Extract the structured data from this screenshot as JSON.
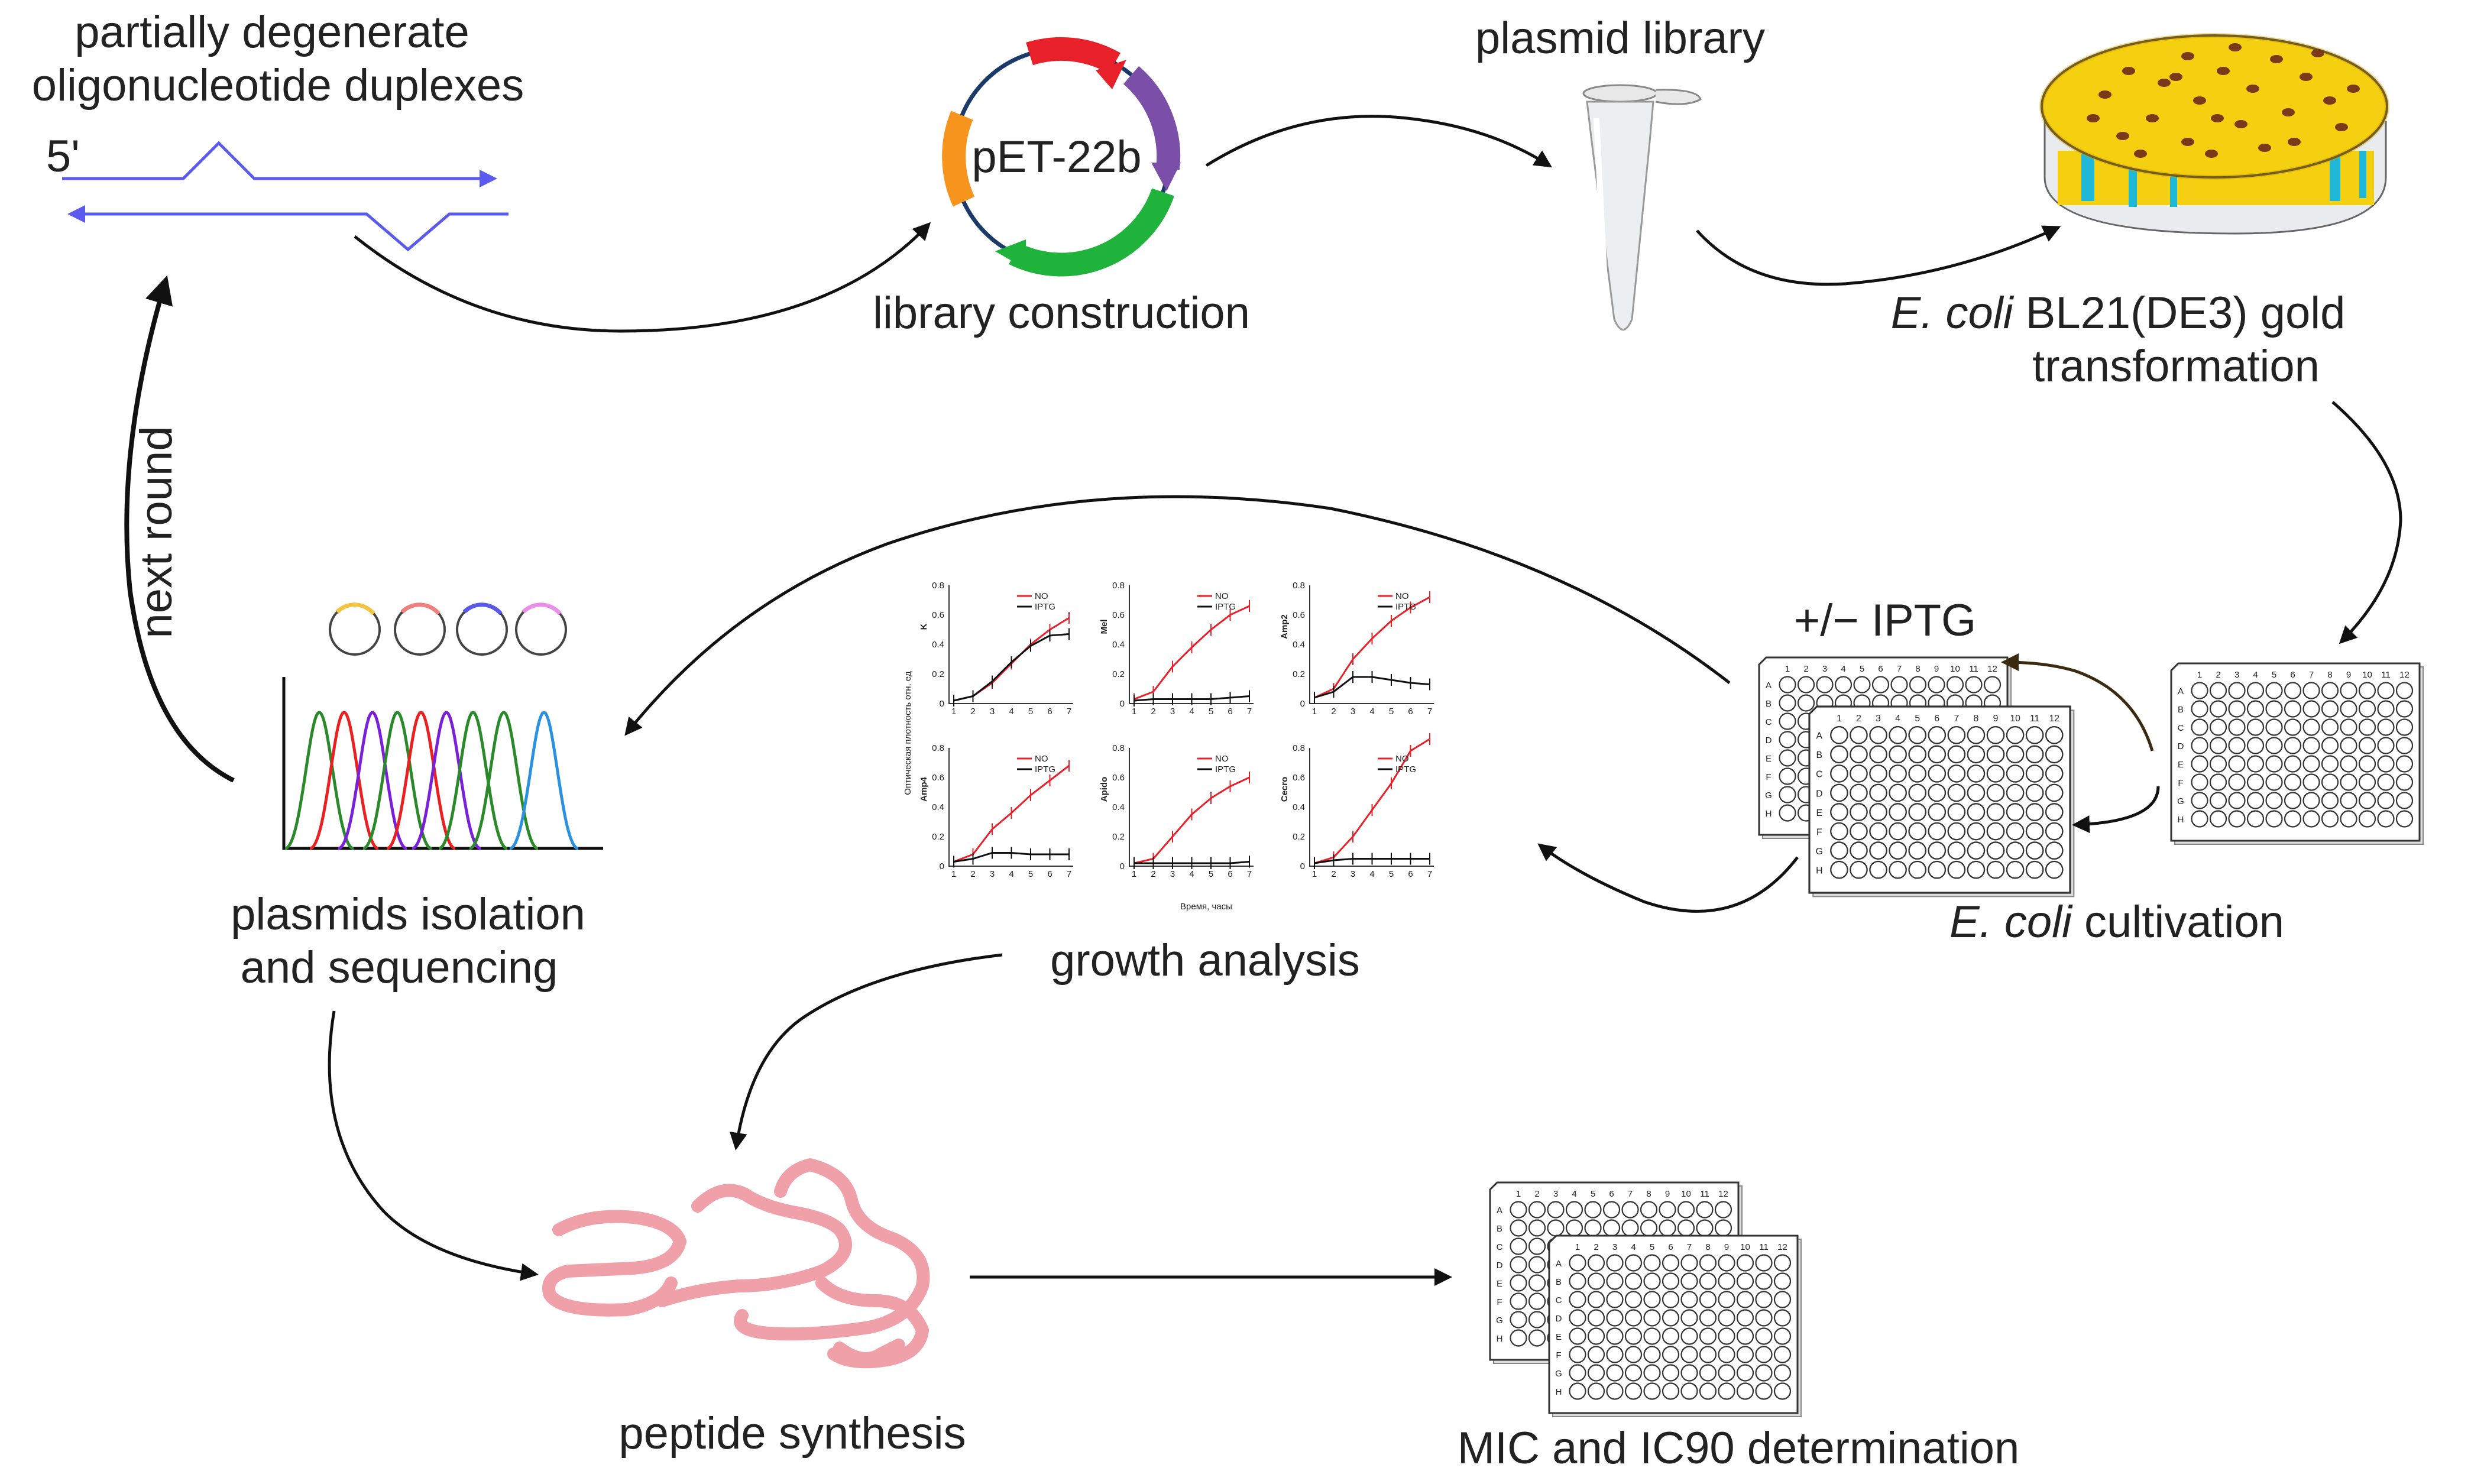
{
  "labels": {
    "oligo_title_1": "partially degenerate",
    "oligo_title_2": "oligonucleotide duplexes",
    "five_prime": "5'",
    "plasmid_name": "pET-22b",
    "library_construction": "library construction",
    "plasmid_library": "plasmid library",
    "ecoli_italic": "E. coli",
    "transformation_rest": " BL21(DE3) gold",
    "transformation_2": "transformation",
    "iptg": "+/− IPTG",
    "cultivation_italic": "E. coli",
    "cultivation_rest": " cultivation",
    "growth_analysis": "growth analysis",
    "plasmids_isolation_1": "plasmids isolation",
    "plasmids_isolation_2": "and sequencing",
    "next_round": "next round",
    "peptide_synthesis": "peptide synthesis",
    "mic_ic90": "MIC and IC90 determination"
  },
  "plate": {
    "rows": [
      "A",
      "B",
      "C",
      "D",
      "E",
      "F",
      "G",
      "H"
    ],
    "cols": [
      "1",
      "2",
      "3",
      "4",
      "5",
      "6",
      "7",
      "8",
      "9",
      "10",
      "11",
      "12"
    ]
  },
  "colors": {
    "dna_strand": "#5a5aee",
    "plasmid_red": "#e8202a",
    "plasmid_purple": "#7b4fa8",
    "plasmid_green": "#1fb33c",
    "plasmid_orange": "#f7941d",
    "petri_agar": "#f5d010",
    "colony": "#7a3a1a",
    "peptide": "#f0a0a8",
    "chart_no": "#e8202a",
    "chart_iptg": "#111111",
    "seq_green": "#2a8a2a",
    "seq_red": "#e82020",
    "seq_purple": "#7a20d8",
    "seq_blue": "#2a90e0"
  },
  "chart_data": [
    {
      "type": "line",
      "ylabel": "K",
      "x": [
        1,
        2,
        3,
        4,
        5,
        6,
        7
      ],
      "ylim": [
        0,
        0.8
      ],
      "legend": "top-right",
      "series": [
        {
          "name": "NO",
          "values": [
            0.02,
            0.05,
            0.14,
            0.27,
            0.4,
            0.5,
            0.58
          ]
        },
        {
          "name": "IPTG",
          "values": [
            0.02,
            0.05,
            0.15,
            0.28,
            0.39,
            0.46,
            0.47
          ]
        }
      ]
    },
    {
      "type": "line",
      "ylabel": "Mel",
      "x": [
        1,
        2,
        3,
        4,
        5,
        6,
        7
      ],
      "ylim": [
        0,
        0.8
      ],
      "legend": "top-right",
      "series": [
        {
          "name": "NO",
          "values": [
            0.03,
            0.08,
            0.25,
            0.38,
            0.5,
            0.6,
            0.66
          ]
        },
        {
          "name": "IPTG",
          "values": [
            0.02,
            0.03,
            0.03,
            0.03,
            0.03,
            0.04,
            0.05
          ]
        }
      ]
    },
    {
      "type": "line",
      "ylabel": "Amp2",
      "x": [
        1,
        2,
        3,
        4,
        5,
        6,
        7
      ],
      "ylim": [
        0,
        0.8
      ],
      "legend": "top-right",
      "series": [
        {
          "name": "NO",
          "values": [
            0.04,
            0.1,
            0.3,
            0.44,
            0.56,
            0.65,
            0.72
          ]
        },
        {
          "name": "IPTG",
          "values": [
            0.04,
            0.08,
            0.18,
            0.18,
            0.16,
            0.14,
            0.13
          ]
        }
      ]
    },
    {
      "type": "line",
      "ylabel": "Amp4",
      "x": [
        1,
        2,
        3,
        4,
        5,
        6,
        7
      ],
      "ylim": [
        0,
        0.8
      ],
      "legend": "top-right",
      "series": [
        {
          "name": "NO",
          "values": [
            0.03,
            0.08,
            0.25,
            0.36,
            0.48,
            0.58,
            0.68
          ]
        },
        {
          "name": "IPTG",
          "values": [
            0.03,
            0.05,
            0.09,
            0.09,
            0.08,
            0.08,
            0.08
          ]
        }
      ]
    },
    {
      "type": "line",
      "ylabel": "Apido",
      "x": [
        1,
        2,
        3,
        4,
        5,
        6,
        7
      ],
      "ylim": [
        0,
        0.8
      ],
      "legend": "top-right",
      "series": [
        {
          "name": "NO",
          "values": [
            0.02,
            0.05,
            0.2,
            0.35,
            0.46,
            0.54,
            0.6
          ]
        },
        {
          "name": "IPTG",
          "values": [
            0.02,
            0.02,
            0.02,
            0.02,
            0.02,
            0.02,
            0.03
          ]
        }
      ]
    },
    {
      "type": "line",
      "ylabel": "Cecro",
      "x": [
        1,
        2,
        3,
        4,
        5,
        6,
        7
      ],
      "ylim": [
        0,
        0.8
      ],
      "legend": "top-right",
      "series": [
        {
          "name": "NO",
          "values": [
            0.02,
            0.06,
            0.2,
            0.38,
            0.56,
            0.78,
            0.86
          ]
        },
        {
          "name": "IPTG",
          "values": [
            0.02,
            0.04,
            0.05,
            0.05,
            0.05,
            0.05,
            0.05
          ]
        }
      ]
    }
  ],
  "chart_common": {
    "ytick_labels": [
      "0",
      "0.2",
      "0.4",
      "0.6",
      "0.8"
    ],
    "xtick_labels": [
      "1",
      "2",
      "3",
      "4",
      "5",
      "6",
      "7"
    ],
    "shared_ylabel": "Оптическая плотность отн. ед",
    "shared_xlabel": "Время, часы",
    "legend_no": "NO",
    "legend_iptg": "IPTG"
  }
}
